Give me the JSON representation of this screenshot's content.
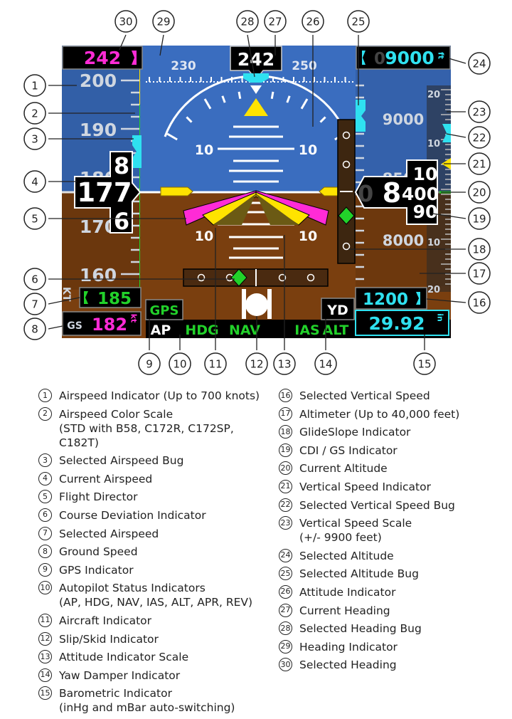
{
  "pfd": {
    "selected_heading": "242",
    "current_heading": "242",
    "heading_ticks": [
      "230",
      "250"
    ],
    "selected_altitude": "9000",
    "selected_altitude_dim": "0",
    "altitude_unit": "ft",
    "airspeed_ticks": [
      "200",
      "190",
      "180",
      "170",
      "160"
    ],
    "airspeed_current": "177",
    "airspeed_roll_up": "8",
    "airspeed_roll_down": "6",
    "airspeed_unit": "KT",
    "selected_airspeed": "185",
    "ground_speed_label": "GS",
    "ground_speed": "182",
    "ground_speed_unit": "kt",
    "pitch_labels": [
      "10",
      "10",
      "10",
      "10"
    ],
    "altitude_ticks": [
      "9000",
      "8500",
      "8000"
    ],
    "altitude_current_main": "8",
    "altitude_current_hundreds": "400",
    "altitude_roll_up": "10",
    "altitude_roll_down": "90",
    "altitude_dim_left": "0",
    "vs_scale_labels": [
      "20",
      "10",
      "10",
      "20"
    ],
    "selected_vertical_speed": "1200",
    "barometer": "29.92",
    "barometer_unit": "in",
    "gps_label": "GPS",
    "yd_label": "YD",
    "ap_status": {
      "ap": "AP",
      "hdg": "HDG",
      "nav": "NAV",
      "ias": "IAS",
      "alt": "ALT"
    }
  },
  "callouts": [
    "1",
    "2",
    "3",
    "4",
    "5",
    "6",
    "7",
    "8",
    "9",
    "10",
    "11",
    "12",
    "13",
    "14",
    "15",
    "16",
    "17",
    "18",
    "19",
    "20",
    "21",
    "22",
    "23",
    "24",
    "25",
    "26",
    "27",
    "28",
    "29",
    "30"
  ],
  "colors": {
    "sky": "#3a6dbf",
    "ground": "#7a3f0f",
    "magenta": "#ff2bd6",
    "cyan": "#2fe1f0",
    "green": "#22d12a",
    "yellow": "#ffe300"
  },
  "legend": {
    "left": [
      {
        "num": "1",
        "text": "Airspeed Indicator (Up to 700 knots)"
      },
      {
        "num": "2",
        "text": "Airspeed Color Scale\n(STD with B58, C172R, C172SP, C182T)"
      },
      {
        "num": "3",
        "text": "Selected Airspeed Bug"
      },
      {
        "num": "4",
        "text": "Current Airspeed"
      },
      {
        "num": "5",
        "text": "Flight Director"
      },
      {
        "num": "6",
        "text": "Course Deviation Indicator"
      },
      {
        "num": "7",
        "text": "Selected Airspeed"
      },
      {
        "num": "8",
        "text": "Ground Speed"
      },
      {
        "num": "9",
        "text": "GPS Indicator"
      },
      {
        "num": "10",
        "text": "Autopilot Status Indicators\n(AP, HDG, NAV, IAS, ALT, APR, REV)"
      },
      {
        "num": "11",
        "text": "Aircraft Indicator"
      },
      {
        "num": "12",
        "text": "Slip/Skid Indicator"
      },
      {
        "num": "13",
        "text": "Attitude Indicator Scale"
      },
      {
        "num": "14",
        "text": "Yaw Damper Indicator"
      },
      {
        "num": "15",
        "text": "Barometric Indicator\n(inHg and mBar auto-switching)"
      }
    ],
    "right": [
      {
        "num": "16",
        "text": "Selected Vertical Speed"
      },
      {
        "num": "17",
        "text": "Altimeter (Up to 40,000 feet)"
      },
      {
        "num": "18",
        "text": "GlideSlope Indicator"
      },
      {
        "num": "19",
        "text": "CDI / GS Indicator"
      },
      {
        "num": "20",
        "text": "Current Altitude"
      },
      {
        "num": "21",
        "text": "Vertical Speed Indicator"
      },
      {
        "num": "22",
        "text": "Selected Vertical Speed Bug"
      },
      {
        "num": "23",
        "text": "Vertical Speed Scale\n(+/- 9900 feet)"
      },
      {
        "num": "24",
        "text": "Selected Altitude"
      },
      {
        "num": "25",
        "text": "Selected Altitude Bug"
      },
      {
        "num": "26",
        "text": "Attitude Indicator"
      },
      {
        "num": "27",
        "text": "Current Heading"
      },
      {
        "num": "28",
        "text": "Selected Heading Bug"
      },
      {
        "num": "29",
        "text": "Heading Indicator"
      },
      {
        "num": "30",
        "text": "Selected Heading"
      }
    ]
  }
}
